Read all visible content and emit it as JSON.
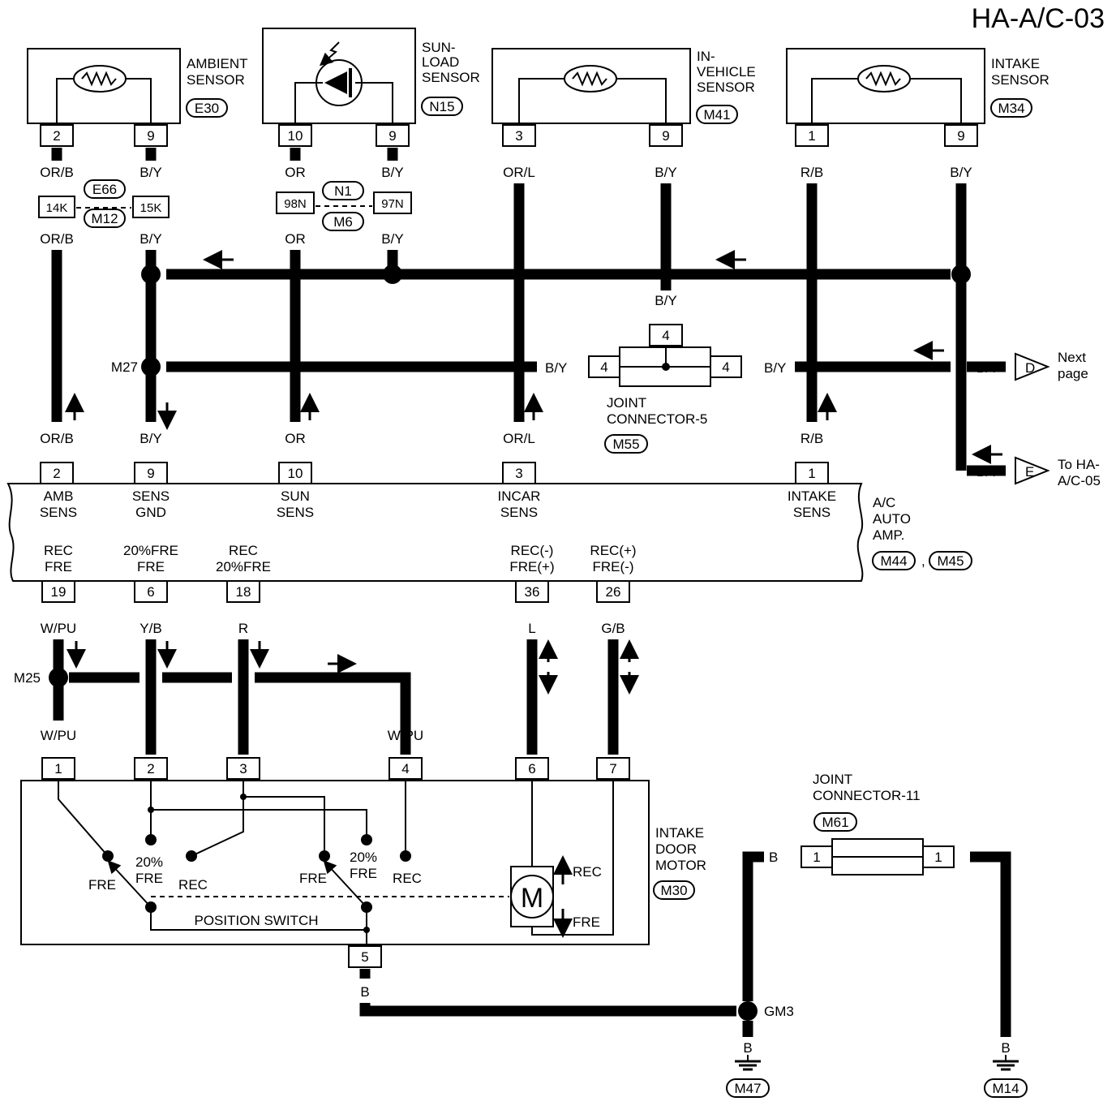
{
  "page_id": "HA-A/C-03",
  "sensors": {
    "ambient": {
      "name_1": "AMBIENT",
      "name_2": "SENSOR",
      "connector": "E30",
      "pin_a": "2",
      "pin_b": "9",
      "wire_a": "OR/B",
      "wire_b": "B/Y"
    },
    "sunload": {
      "name_1": "SUN-",
      "name_2": "LOAD",
      "name_3": "SENSOR",
      "connector": "N15",
      "pin_a": "10",
      "pin_b": "9",
      "wire_a": "OR",
      "wire_b": "B/Y"
    },
    "invehicle": {
      "name_1": "IN-",
      "name_2": "VEHICLE",
      "name_3": "SENSOR",
      "connector": "M41",
      "pin_a": "3",
      "pin_b": "9",
      "wire_a": "OR/L",
      "wire_b": "B/Y"
    },
    "intake": {
      "name_1": "INTAKE",
      "name_2": "SENSOR",
      "connector": "M34",
      "pin_a": "1",
      "pin_b": "9",
      "wire_a": "R/B",
      "wire_b": "B/Y"
    }
  },
  "inline_connectors": {
    "e66": {
      "label_top": "E66",
      "label_bottom": "M12",
      "pin_a": "14K",
      "pin_b": "15K"
    },
    "n1": {
      "label_top": "N1",
      "label_bottom": "M6",
      "pin_a": "98N",
      "pin_b": "97N"
    }
  },
  "wires_below_inline": {
    "ambient_a": "OR/B",
    "ambient_b": "B/Y",
    "sun_a": "OR",
    "sun_b": "B/Y"
  },
  "splices": {
    "m27": "M27",
    "m25": "M25",
    "gm3": "GM3"
  },
  "joint_connector_5": {
    "name_1": "JOINT",
    "name_2": "CONNECTOR-5",
    "connector": "M55",
    "pin_top": "4",
    "pin_left": "4",
    "pin_right": "4",
    "wire_top": "B/Y",
    "wire_left": "B/Y",
    "wire_right": "B/Y"
  },
  "offpage": {
    "d": {
      "letter": "D",
      "wire": "B/Y",
      "text_1": "Next",
      "text_2": "page"
    },
    "e": {
      "letter": "E",
      "wire": "B/Y",
      "text_1": "To HA-",
      "text_2": "A/C-05"
    }
  },
  "amp": {
    "name_1": "A/C",
    "name_2": "AUTO",
    "name_3": "AMP.",
    "connector_1": "M44",
    "separator": ",",
    "connector_2": "M45",
    "top_pins": [
      {
        "pin": "2",
        "wire": "OR/B",
        "label_1": "AMB",
        "label_2": "SENS"
      },
      {
        "pin": "9",
        "wire": "B/Y",
        "label_1": "SENS",
        "label_2": "GND"
      },
      {
        "pin": "10",
        "wire": "OR",
        "label_1": "SUN",
        "label_2": "SENS"
      },
      {
        "pin": "3",
        "wire": "OR/L",
        "label_1": "INCAR",
        "label_2": "SENS"
      },
      {
        "pin": "1",
        "wire": "R/B",
        "label_1": "INTAKE",
        "label_2": "SENS"
      }
    ],
    "bottom_pins": [
      {
        "pin": "19",
        "wire": "W/PU",
        "label_1": "REC",
        "label_2": "FRE"
      },
      {
        "pin": "6",
        "wire": "Y/B",
        "label_1": "20%FRE",
        "label_2": "FRE"
      },
      {
        "pin": "18",
        "wire": "R",
        "label_1": "REC",
        "label_2": "20%FRE"
      },
      {
        "pin": "36",
        "wire": "L",
        "label_1": "REC(-)",
        "label_2": "FRE(+)"
      },
      {
        "pin": "26",
        "wire": "G/B",
        "label_1": "REC(+)",
        "label_2": "FRE(-)"
      }
    ]
  },
  "motor": {
    "name_1": "INTAKE",
    "name_2": "DOOR",
    "name_3": "MOTOR",
    "connector": "M30",
    "pins": [
      "1",
      "2",
      "3",
      "4",
      "6",
      "7"
    ],
    "ground_pin": "5",
    "ground_wire": "B",
    "wire_pin1": "W/PU",
    "wire_pin4": "W/PU",
    "motor_symbol": "M",
    "dir_rec": "REC",
    "dir_fre": "FRE",
    "position_switch": "POSITION SWITCH",
    "sw_left": {
      "fre": "FRE",
      "mid_1": "20%",
      "mid_2": "FRE",
      "rec": "REC"
    },
    "sw_right": {
      "fre": "FRE",
      "mid_1": "20%",
      "mid_2": "FRE",
      "rec": "REC"
    }
  },
  "joint_connector_11": {
    "name_1": "JOINT",
    "name_2": "CONNECTOR-11",
    "connector": "M61",
    "pin_left": "1",
    "pin_right": "1",
    "wire_left": "B",
    "wire_right": "B"
  },
  "grounds": {
    "left_wire": "B",
    "left_connector": "M47",
    "right_wire": "B",
    "right_connector": "M14"
  }
}
